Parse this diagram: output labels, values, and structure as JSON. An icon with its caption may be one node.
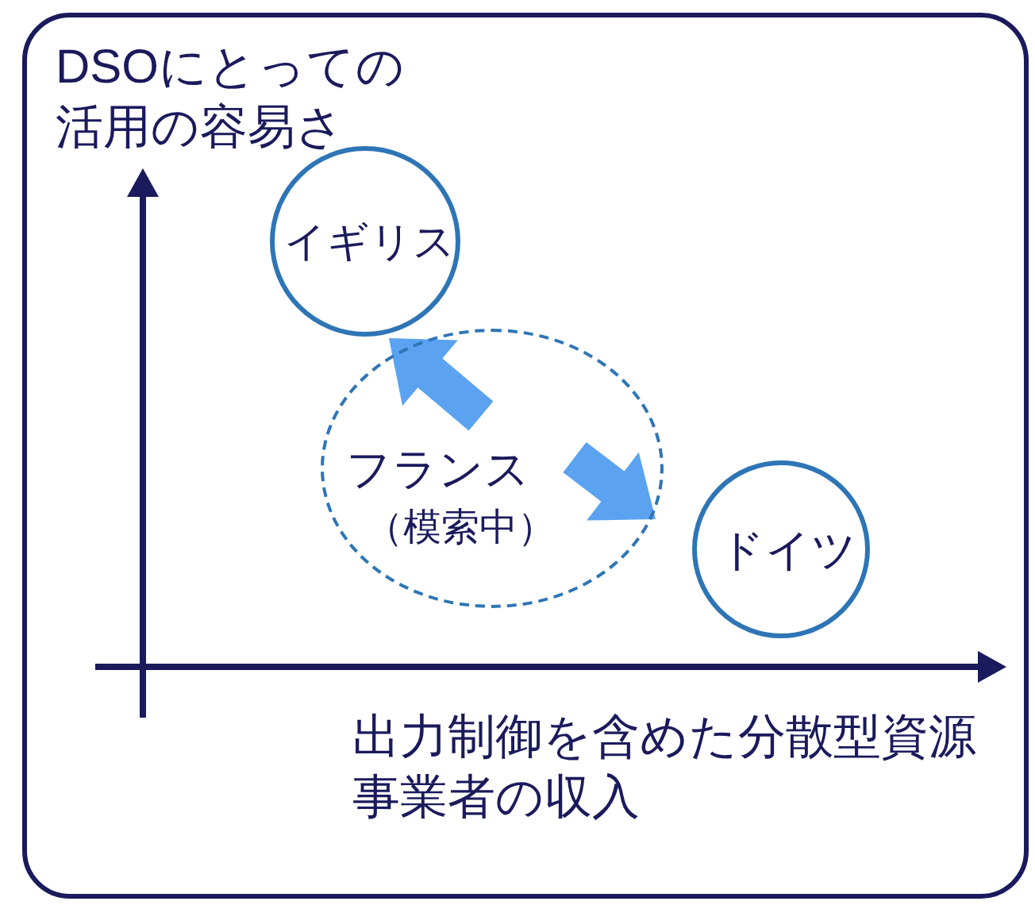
{
  "diagram": {
    "nodes": [
      {
        "text": [
          "イギリス"
        ]
      },
      {
        "text": [
          "フランス",
          "（模索中）"
        ]
      },
      {
        "text": [
          "ドイツ"
        ]
      }
    ],
    "labels": [
      "DSOにとっての活用の容易さ",
      "出力制御を含めた分散型資源事業者の収入"
    ]
  }
}
